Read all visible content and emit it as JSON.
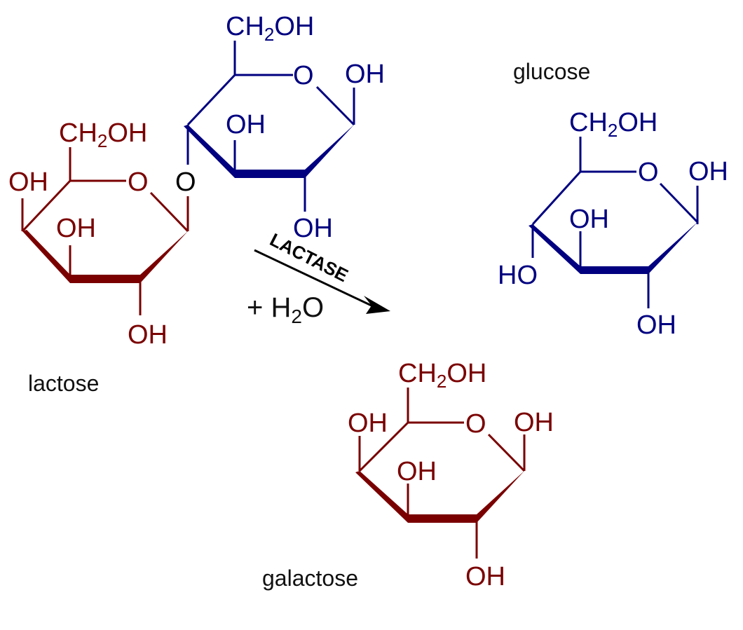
{
  "colors": {
    "galactose": "#7a0000",
    "glucose": "#000080",
    "linkage": "#000000",
    "text": "#111111"
  },
  "reaction": {
    "enzyme": "LACTASE",
    "reagent_prefix": "+ H",
    "reagent_sub": "2",
    "reagent_suffix": "O"
  },
  "names": {
    "lactose": "lactose",
    "glucose": "glucose",
    "galactose": "galactose"
  },
  "groups": {
    "ch2oh_prefix": "CH",
    "ch2oh_sub": "2",
    "ch2oh_suffix": "OH",
    "oh": "OH",
    "ho": "HO",
    "ring_o": "O",
    "link_o": "O"
  }
}
